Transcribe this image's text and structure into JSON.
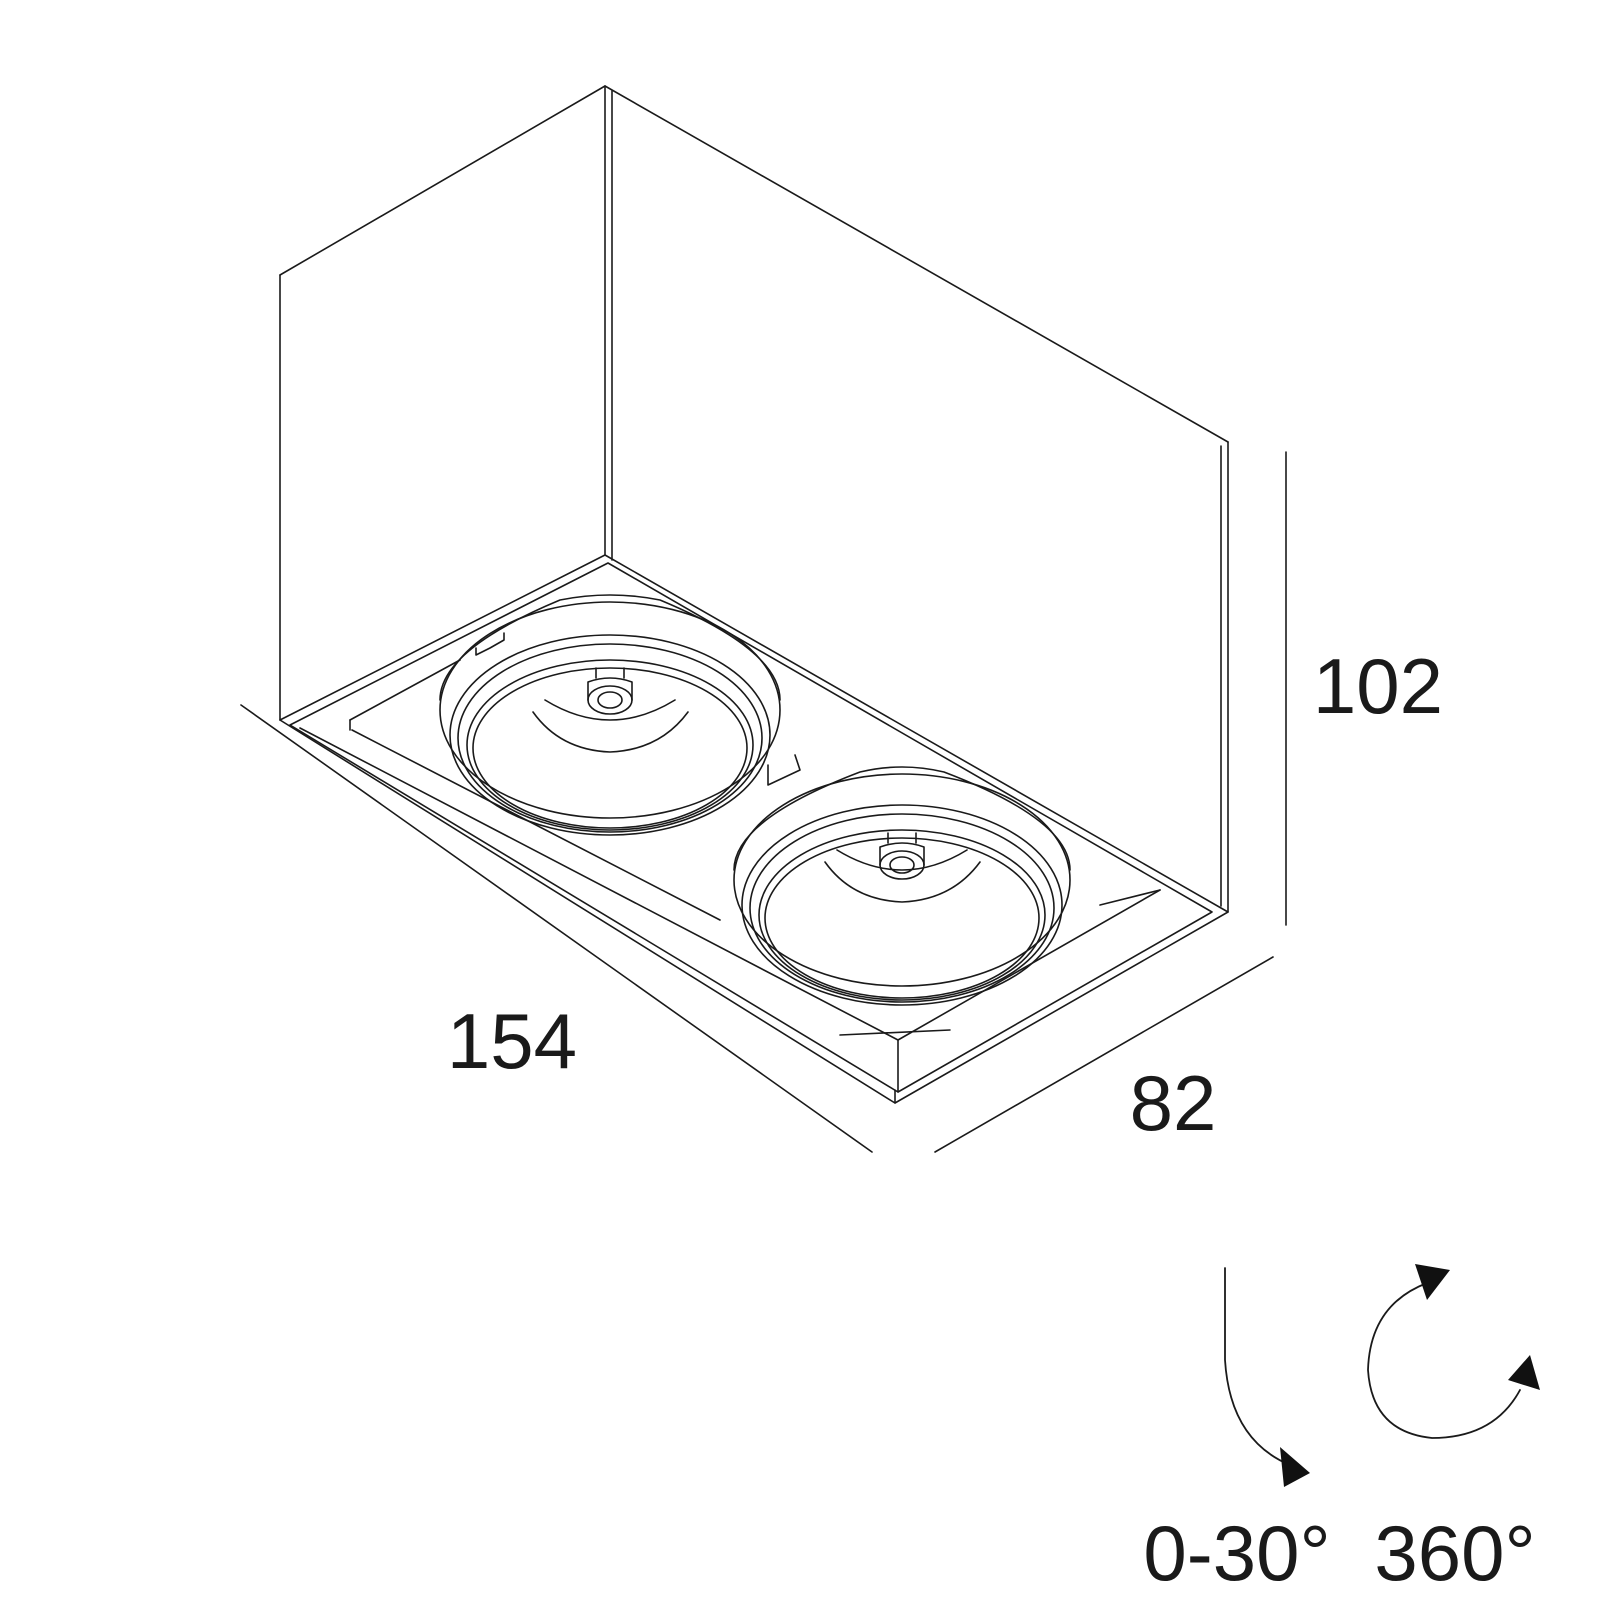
{
  "dimensions": {
    "length": "154",
    "depth": "82",
    "height": "102"
  },
  "rotation": {
    "tilt_label": "0-30°",
    "rotate_label": "360°"
  },
  "colors": {
    "line": "#1a1a1a",
    "background": "#ffffff"
  },
  "icons": {
    "tilt": "tilt-arrow-icon",
    "rotate": "rotate-arrow-icon"
  }
}
